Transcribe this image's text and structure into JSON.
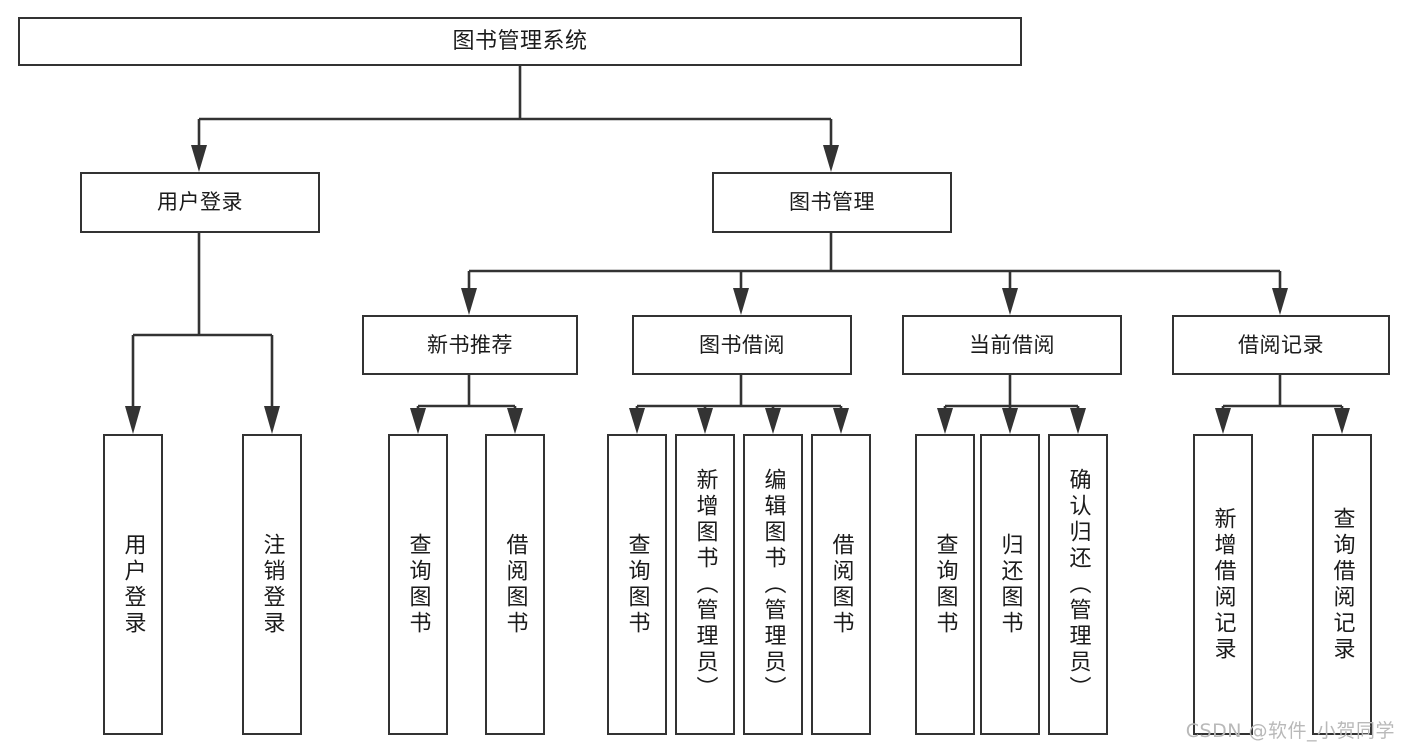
{
  "diagram": {
    "title": "图书管理系统",
    "type": "tree",
    "colors": {
      "stroke": "#333333",
      "fill": "#ffffff",
      "background": "#ffffff",
      "watermark": "#b9b9b9"
    },
    "nodes": {
      "root": {
        "label": "图书管理系统"
      },
      "level1": [
        {
          "id": "user-login",
          "label": "用户登录"
        },
        {
          "id": "book-manage",
          "label": "图书管理"
        }
      ],
      "level2": [
        {
          "id": "new-book-recommend",
          "label": "新书推荐"
        },
        {
          "id": "book-borrow",
          "label": "图书借阅"
        },
        {
          "id": "current-borrow",
          "label": "当前借阅"
        },
        {
          "id": "borrow-record",
          "label": "借阅记录"
        }
      ],
      "leaves": {
        "user_login": [
          {
            "id": "leaf-user-login",
            "label": "用户登录"
          },
          {
            "id": "leaf-logout-login",
            "label": "注销登录"
          }
        ],
        "new_book_recommend": [
          {
            "id": "leaf-query-book-1",
            "label": "查询图书"
          },
          {
            "id": "leaf-borrow-book-1",
            "label": "借阅图书"
          }
        ],
        "book_borrow": [
          {
            "id": "leaf-query-book-2",
            "label": "查询图书"
          },
          {
            "id": "leaf-add-book",
            "label": "新增图书（管理员）"
          },
          {
            "id": "leaf-edit-book",
            "label": "编辑图书（管理员）"
          },
          {
            "id": "leaf-borrow-book-2",
            "label": "借阅图书"
          }
        ],
        "current_borrow": [
          {
            "id": "leaf-query-book-3",
            "label": "查询图书"
          },
          {
            "id": "leaf-return-book",
            "label": "归还图书"
          },
          {
            "id": "leaf-confirm-return",
            "label": "确认归还（管理员）"
          }
        ],
        "borrow_record": [
          {
            "id": "leaf-add-record",
            "label": "新增借阅记录"
          },
          {
            "id": "leaf-query-record",
            "label": "查询借阅记录"
          }
        ]
      }
    }
  },
  "watermark": {
    "text": "CSDN @软件_小贺同学"
  }
}
